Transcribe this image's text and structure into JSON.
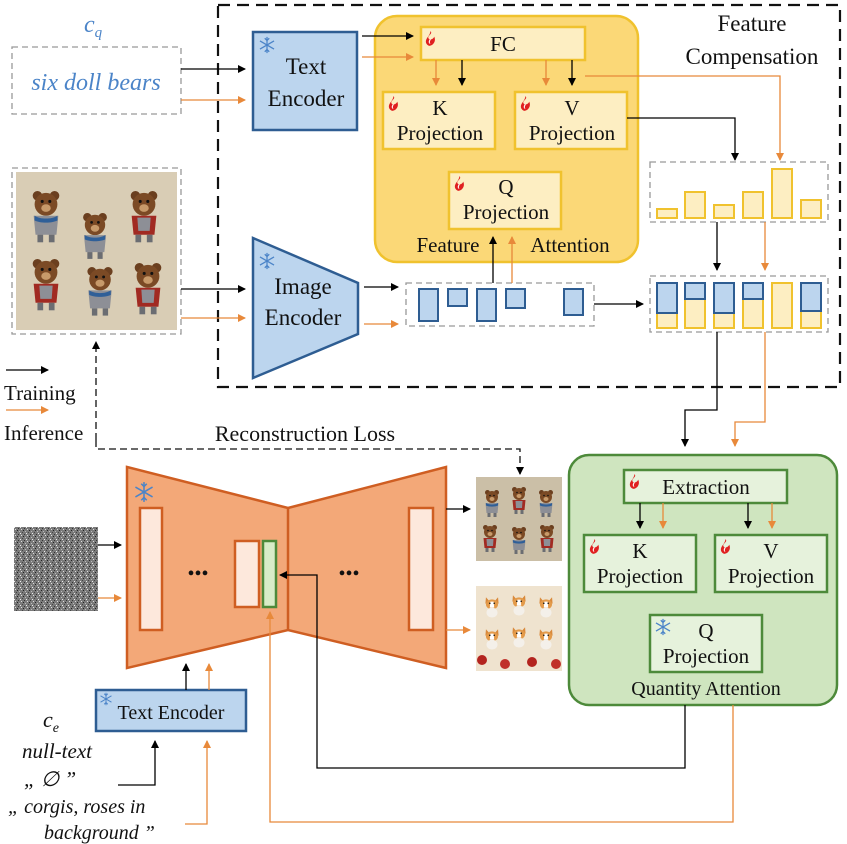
{
  "colors": {
    "train": "#000000",
    "infer": "#e8893a",
    "encoder_fill": "#bcd5ee",
    "encoder_stroke": "#2e5d92",
    "yellow_panel": "#fbd877",
    "yellow_box": "#fdeec2",
    "yellow_stroke": "#f0c22e",
    "green_panel": "#cfe5bf",
    "green_box": "#e6f2dc",
    "green_stroke": "#4d8a3a",
    "unet_fill": "#f3a878",
    "unet_stroke": "#cf5e22",
    "blue_text": "#4b84c8"
  },
  "text_prompt": {
    "symbol": "c",
    "subscript": "q",
    "text": "six doll bears"
  },
  "legend": {
    "training": "Training",
    "inference": "Inference"
  },
  "feature_compensation": {
    "title_line1": "Feature",
    "title_line2": "Compensation",
    "text_encoder_line1": "Text",
    "text_encoder_line2": "Encoder",
    "image_encoder_line1": "Image",
    "image_encoder_line2": "Encoder",
    "fc": "FC",
    "k_line1": "K",
    "k_line2": "Projection",
    "v_line1": "V",
    "v_line2": "Projection",
    "q_line1": "Q",
    "q_line2": "Projection",
    "attention_word1": "Feature",
    "attention_word2": "Attention"
  },
  "reconstruction_loss": "Reconstruction Loss",
  "unet": {
    "ellipsis": "•••"
  },
  "quantity_attention": {
    "extraction": "Extraction",
    "k_line1": "K",
    "k_line2": "Projection",
    "v_line1": "V",
    "v_line2": "Projection",
    "q_line1": "Q",
    "q_line2": "Projection",
    "title": "Quantity Attention"
  },
  "bottom_text_encoder": "Text Encoder",
  "bottom_prompt": {
    "symbol": "c",
    "subscript": "e",
    "null_text": "null-text",
    "null_symbol": "„  ∅  ”",
    "corgis_line1": "„ corgis, roses in",
    "corgis_line2": "background ”"
  },
  "icons": {
    "frozen": "snowflake-icon",
    "trainable": "flame-icon"
  }
}
